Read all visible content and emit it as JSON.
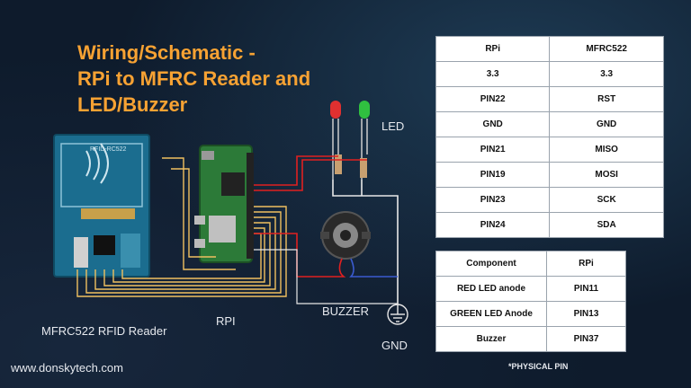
{
  "title": {
    "line1": "Wiring/Schematic -",
    "line2": "RPi to MFRC Reader and",
    "line3": "LED/Buzzer"
  },
  "diagram_labels": {
    "led": "LED",
    "rfid": "MFRC522 RFID Reader",
    "rpi": "RPI",
    "buzzer": "BUZZER",
    "gnd": "GND",
    "rfid_chip_text": "RFID-RC522"
  },
  "website": "www.donskytech.com",
  "pin_table": {
    "headers": [
      "RPi",
      "MFRC522"
    ],
    "rows": [
      [
        "3.3",
        "3.3"
      ],
      [
        "PIN22",
        "RST"
      ],
      [
        "GND",
        "GND"
      ],
      [
        "PIN21",
        "MISO"
      ],
      [
        "PIN19",
        "MOSI"
      ],
      [
        "PIN23",
        "SCK"
      ],
      [
        "PIN24",
        "SDA"
      ]
    ]
  },
  "component_table": {
    "headers": [
      "Component",
      "RPi"
    ],
    "rows": [
      [
        "RED LED anode",
        "PIN11"
      ],
      [
        "GREEN LED Anode",
        "PIN13"
      ],
      [
        "Buzzer",
        "PIN37"
      ]
    ]
  },
  "note": "*PHYSICAL PIN",
  "colors": {
    "background": "#0e1b2c",
    "title": "#f7a233",
    "wire_yellow": "#f0c060",
    "wire_red": "#e02020",
    "wire_white": "#e8e8e8",
    "rfid_board": "#1b6d8f",
    "rpi_board": "#2c7a38"
  }
}
